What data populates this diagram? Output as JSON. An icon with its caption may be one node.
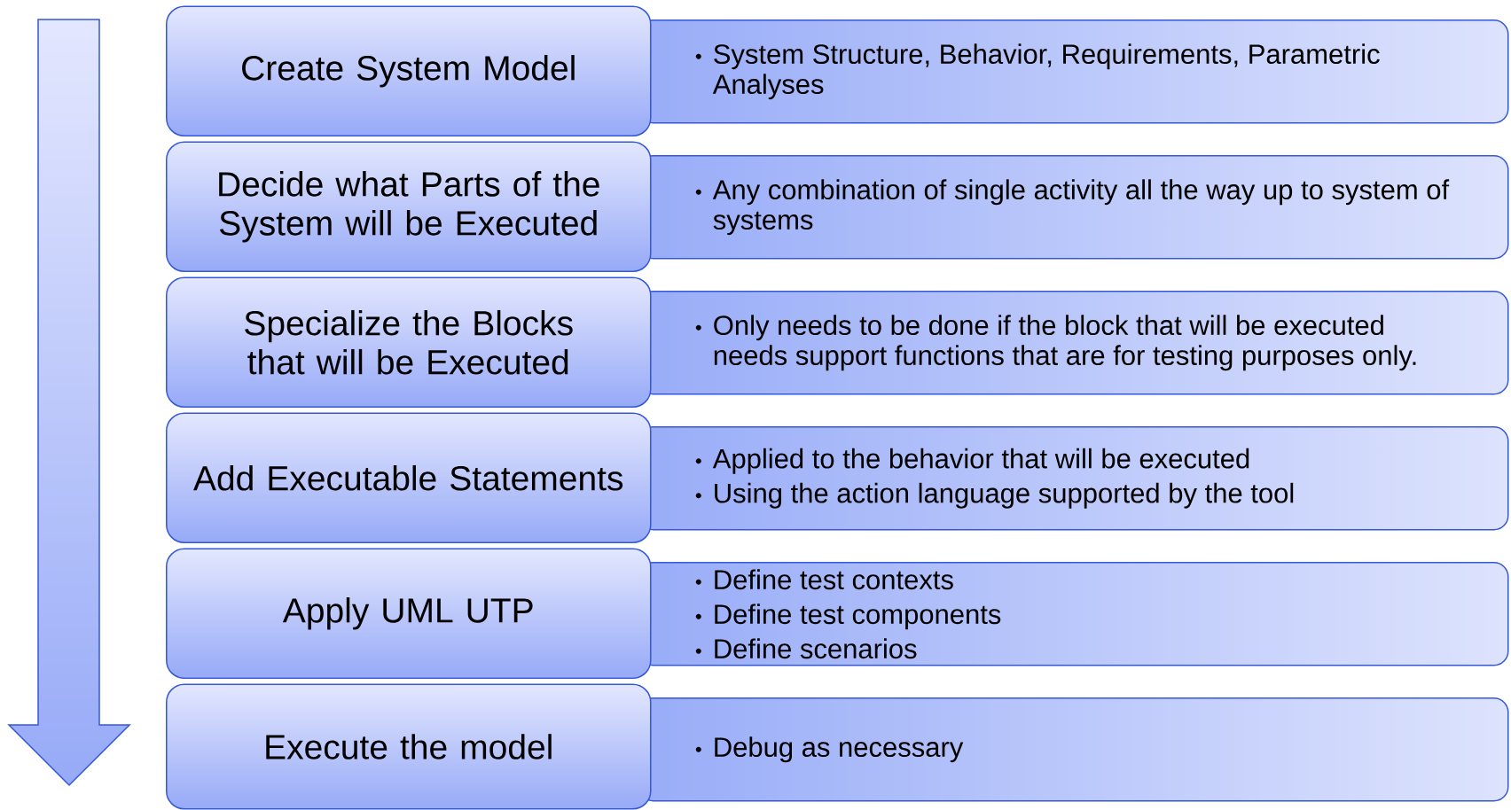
{
  "diagram": {
    "nodes": [
      {
        "text": [
          "Create System Model"
        ]
      },
      {
        "text": [
          "System Structure, Behavior, Requirements, Parametric Analyses"
        ]
      },
      {
        "text": [
          "Decide what Parts of the System will be Executed"
        ]
      },
      {
        "text": [
          "Any combination of single activity all the way up to system of systems"
        ]
      },
      {
        "text": [
          "Specialize the Blocks that will be Executed"
        ]
      },
      {
        "text": [
          "Only needs to be done if the block that will be executed needs support functions that are for testing purposes only."
        ]
      },
      {
        "text": [
          "Add Executable Statements"
        ]
      },
      {
        "text": [
          "Applied to the behavior that will be executed",
          "Using the action language supported by the tool"
        ]
      },
      {
        "text": [
          "Apply UML UTP"
        ]
      },
      {
        "text": [
          "Define test contexts",
          "Define test components",
          "Define scenarios"
        ]
      },
      {
        "text": [
          "Execute the model"
        ]
      },
      {
        "text": [
          "Debug as necessary"
        ]
      }
    ]
  }
}
